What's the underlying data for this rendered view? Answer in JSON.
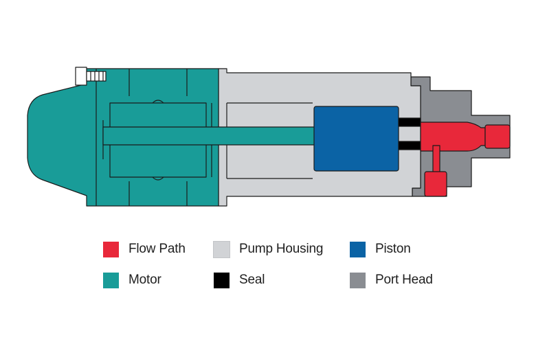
{
  "colors": {
    "flow_path": "#e8283a",
    "motor": "#199c98",
    "pump_housing": "#d1d3d6",
    "seal": "#000000",
    "piston": "#0b63a5",
    "port_head": "#8a8d92",
    "outline": "#1a1a1a",
    "bolt": "#ffffff"
  },
  "legend": [
    {
      "label": "Flow Path",
      "color": "#e8283a"
    },
    {
      "label": "Pump Housing",
      "color": "#d1d3d6"
    },
    {
      "label": "Piston",
      "color": "#0b63a5"
    },
    {
      "label": "Motor",
      "color": "#199c98"
    },
    {
      "label": "Seal",
      "color": "#000000"
    },
    {
      "label": "Port Head",
      "color": "#8a8d92"
    }
  ]
}
